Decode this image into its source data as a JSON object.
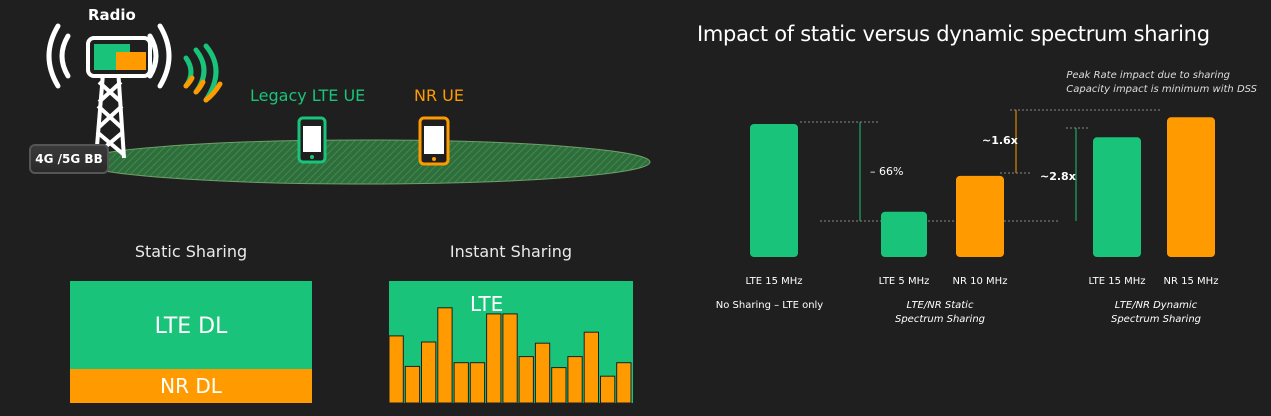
{
  "left": {
    "radio_label": "Radio",
    "bb_label": "4G /5G BB",
    "legacy_label": "Legacy LTE UE",
    "nr_label": "NR UE",
    "static_title": "Static Sharing",
    "instant_title": "Instant Sharing",
    "static_lte_label": "LTE DL",
    "static_nr_label": "NR DL",
    "instant_lte_label": "LTE",
    "instant_bars": [
      0.55,
      0.3,
      0.5,
      0.78,
      0.33,
      0.33,
      0.73,
      0.73,
      0.38,
      0.49,
      0.29,
      0.38,
      0.58,
      0.22,
      0.33
    ]
  },
  "right": {
    "title": "Impact of static versus dynamic spectrum sharing",
    "note_line1": "Peak Rate impact due to sharing",
    "note_line2": "Capacity impact is minimum with DSS",
    "annot_66": "– 66%",
    "annot_16": "~1.6x",
    "annot_28": "~2.8x",
    "group_no": "No Sharing – LTE only",
    "group_static_1": "LTE/NR Static",
    "group_static_2": "Spectrum Sharing",
    "group_dynamic_1": "LTE/NR Dynamic",
    "group_dynamic_2": "Spectrum Sharing",
    "colors": {
      "lte": "#19c37a",
      "nr": "#ff9b00"
    }
  },
  "chart_data": {
    "type": "bar",
    "title": "Impact of static versus dynamic spectrum sharing",
    "categories": [
      "LTE 15 MHz",
      "LTE 5 MHz",
      "NR 10 MHz",
      "LTE 15 MHz",
      "NR 15 MHz"
    ],
    "values": [
      1.0,
      0.34,
      0.61,
      0.9,
      1.05
    ],
    "colors": [
      "#19c37a",
      "#19c37a",
      "#ff9b00",
      "#19c37a",
      "#ff9b00"
    ]
  }
}
